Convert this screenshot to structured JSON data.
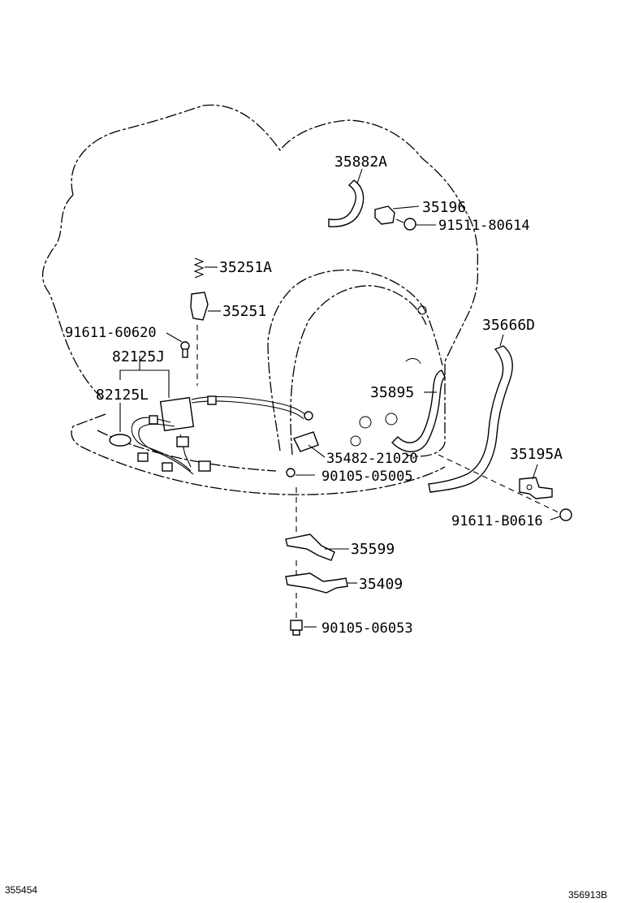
{
  "labels": {
    "p35882A": "35882A",
    "p35196": "35196",
    "p91511": "91511-80614",
    "p35251A": "35251A",
    "p35251": "35251",
    "p91611_60620": "91611-60620",
    "p82125J": "82125J",
    "p82125L": "82125L",
    "p35666D": "35666D",
    "p35895": "35895",
    "p35482": "35482-21020",
    "p90105_05005": "90105-05005",
    "p35195A": "35195A",
    "p91611_B0616": "91611-B0616",
    "p35599": "35599",
    "p35409": "35409",
    "p90105_06053": "90105-06053"
  },
  "footer": {
    "left_code": "355454",
    "right_code": "356913B"
  }
}
